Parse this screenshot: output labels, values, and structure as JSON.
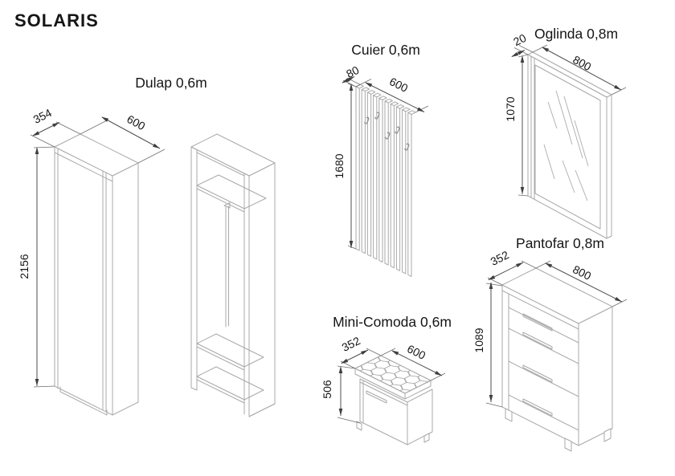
{
  "title": "SOLARIS",
  "colors": {
    "background": "#ffffff",
    "furniture_line": "#a9a9a9",
    "dimension_line": "#4f4f4f",
    "text": "#151515"
  },
  "items": [
    {
      "id": "dulap",
      "label": "Dulap 0,6m",
      "dims": {
        "depth": "354",
        "width": "600",
        "height": "2156"
      }
    },
    {
      "id": "cuier",
      "label": "Cuier 0,6m",
      "dims": {
        "depth": "80",
        "width": "600",
        "height": "1680"
      }
    },
    {
      "id": "oglinda",
      "label": "Oglinda 0,8m",
      "dims": {
        "depth": "20",
        "width": "800",
        "height": "1070"
      }
    },
    {
      "id": "minicomoda",
      "label": "Mini-Comoda 0,6m",
      "dims": {
        "depth": "352",
        "width": "600",
        "height": "506"
      }
    },
    {
      "id": "pantofar",
      "label": "Pantofar 0,8m",
      "dims": {
        "depth": "352",
        "width": "800",
        "height": "1089"
      }
    }
  ]
}
